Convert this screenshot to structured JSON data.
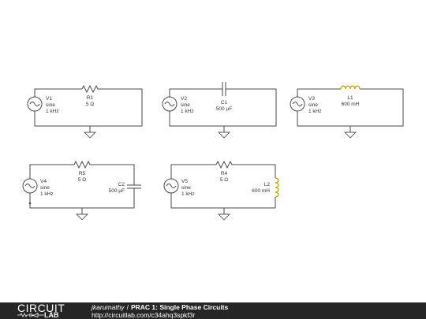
{
  "circuits": [
    {
      "source": {
        "name": "V1",
        "type": "sine",
        "freq": "1 kHz"
      },
      "parts": [
        {
          "name": "R1",
          "value": "5 Ω",
          "kind": "resistor"
        }
      ]
    },
    {
      "source": {
        "name": "V2",
        "type": "sine",
        "freq": "1 kHz"
      },
      "parts": [
        {
          "name": "C1",
          "value": "500 µF",
          "kind": "capacitor"
        }
      ]
    },
    {
      "source": {
        "name": "V3",
        "type": "sine",
        "freq": "1 kHz"
      },
      "parts": [
        {
          "name": "L1",
          "value": "600 mH",
          "kind": "inductor"
        }
      ]
    },
    {
      "source": {
        "name": "V4",
        "type": "sine",
        "freq": "1 kHz"
      },
      "parts": [
        {
          "name": "R5",
          "value": "5 Ω",
          "kind": "resistor"
        },
        {
          "name": "C2",
          "value": "500 µF",
          "kind": "capacitor"
        }
      ]
    },
    {
      "source": {
        "name": "V5",
        "type": "sine",
        "freq": "1 kHz"
      },
      "parts": [
        {
          "name": "R4",
          "value": "5 Ω",
          "kind": "resistor"
        },
        {
          "name": "L2",
          "value": "600 mH",
          "kind": "inductor"
        }
      ]
    }
  ],
  "footer": {
    "logo_top": "CIRCUIT",
    "logo_bottom": "LAB",
    "author": "jkarumathy",
    "separator": "/",
    "title": "PRAC 1: Single Phase Circuits",
    "url": "http://circuitlab.com/c34ahq3spkf3r"
  },
  "colors": {
    "wire": "#4a4a4a",
    "inductor": "#c8a000",
    "footer_bg": "#262626"
  }
}
